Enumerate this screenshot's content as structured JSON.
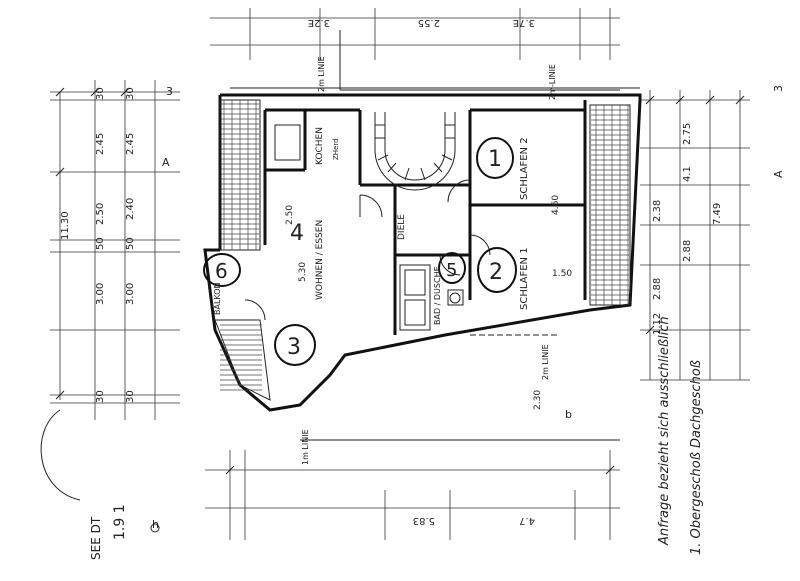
{
  "rooms": {
    "r1": {
      "number": "1",
      "label": "SCHLAFEN 2"
    },
    "r2": {
      "number": "2",
      "label": "SCHLAFEN 1"
    },
    "r3": {
      "number": "3"
    },
    "r4": {
      "number": "4",
      "label": "WOHNEN / ESSEN"
    },
    "r5": {
      "number": "5",
      "label": "BAD / DUSCHE"
    },
    "r6": {
      "number": "6",
      "label": "BALKON"
    },
    "kochen": {
      "label": "KOCHEN",
      "sub": "ZHerd"
    },
    "diele": {
      "label": "DIELE"
    }
  },
  "lines": {
    "zm_top": "2m LINIE",
    "zm_right_top": "2m-LINIE",
    "zm_mid": "2m LINIE",
    "zm_bottom": "1m LINIE"
  },
  "dims": {
    "left": [
      "30",
      "30",
      "2.45",
      "2.45",
      "2.50",
      "2.40",
      "50",
      "50",
      "3.00",
      "3.00",
      "30",
      "30",
      "11.30"
    ],
    "right": [
      "2.75",
      "4.1",
      "2.38",
      "2.88",
      "7.49",
      "2.88",
      "1.12"
    ],
    "top": [
      "3.2E",
      "2.55",
      "3.7E"
    ],
    "bottom": [
      "5.83",
      "4.7"
    ],
    "inner": [
      "2.50",
      "5.30",
      "4.60",
      "1.50",
      "2.30"
    ],
    "markers": [
      "A",
      "3",
      "A",
      "3",
      "b",
      "h"
    ]
  },
  "notes": {
    "right_1": "Anfrage bezieht sich ausschließlich",
    "right_2": "1. Obergeschoß Dachgeschoß",
    "bottom_left_1": "SEE DT",
    "bottom_left_2": "1.9 1"
  }
}
